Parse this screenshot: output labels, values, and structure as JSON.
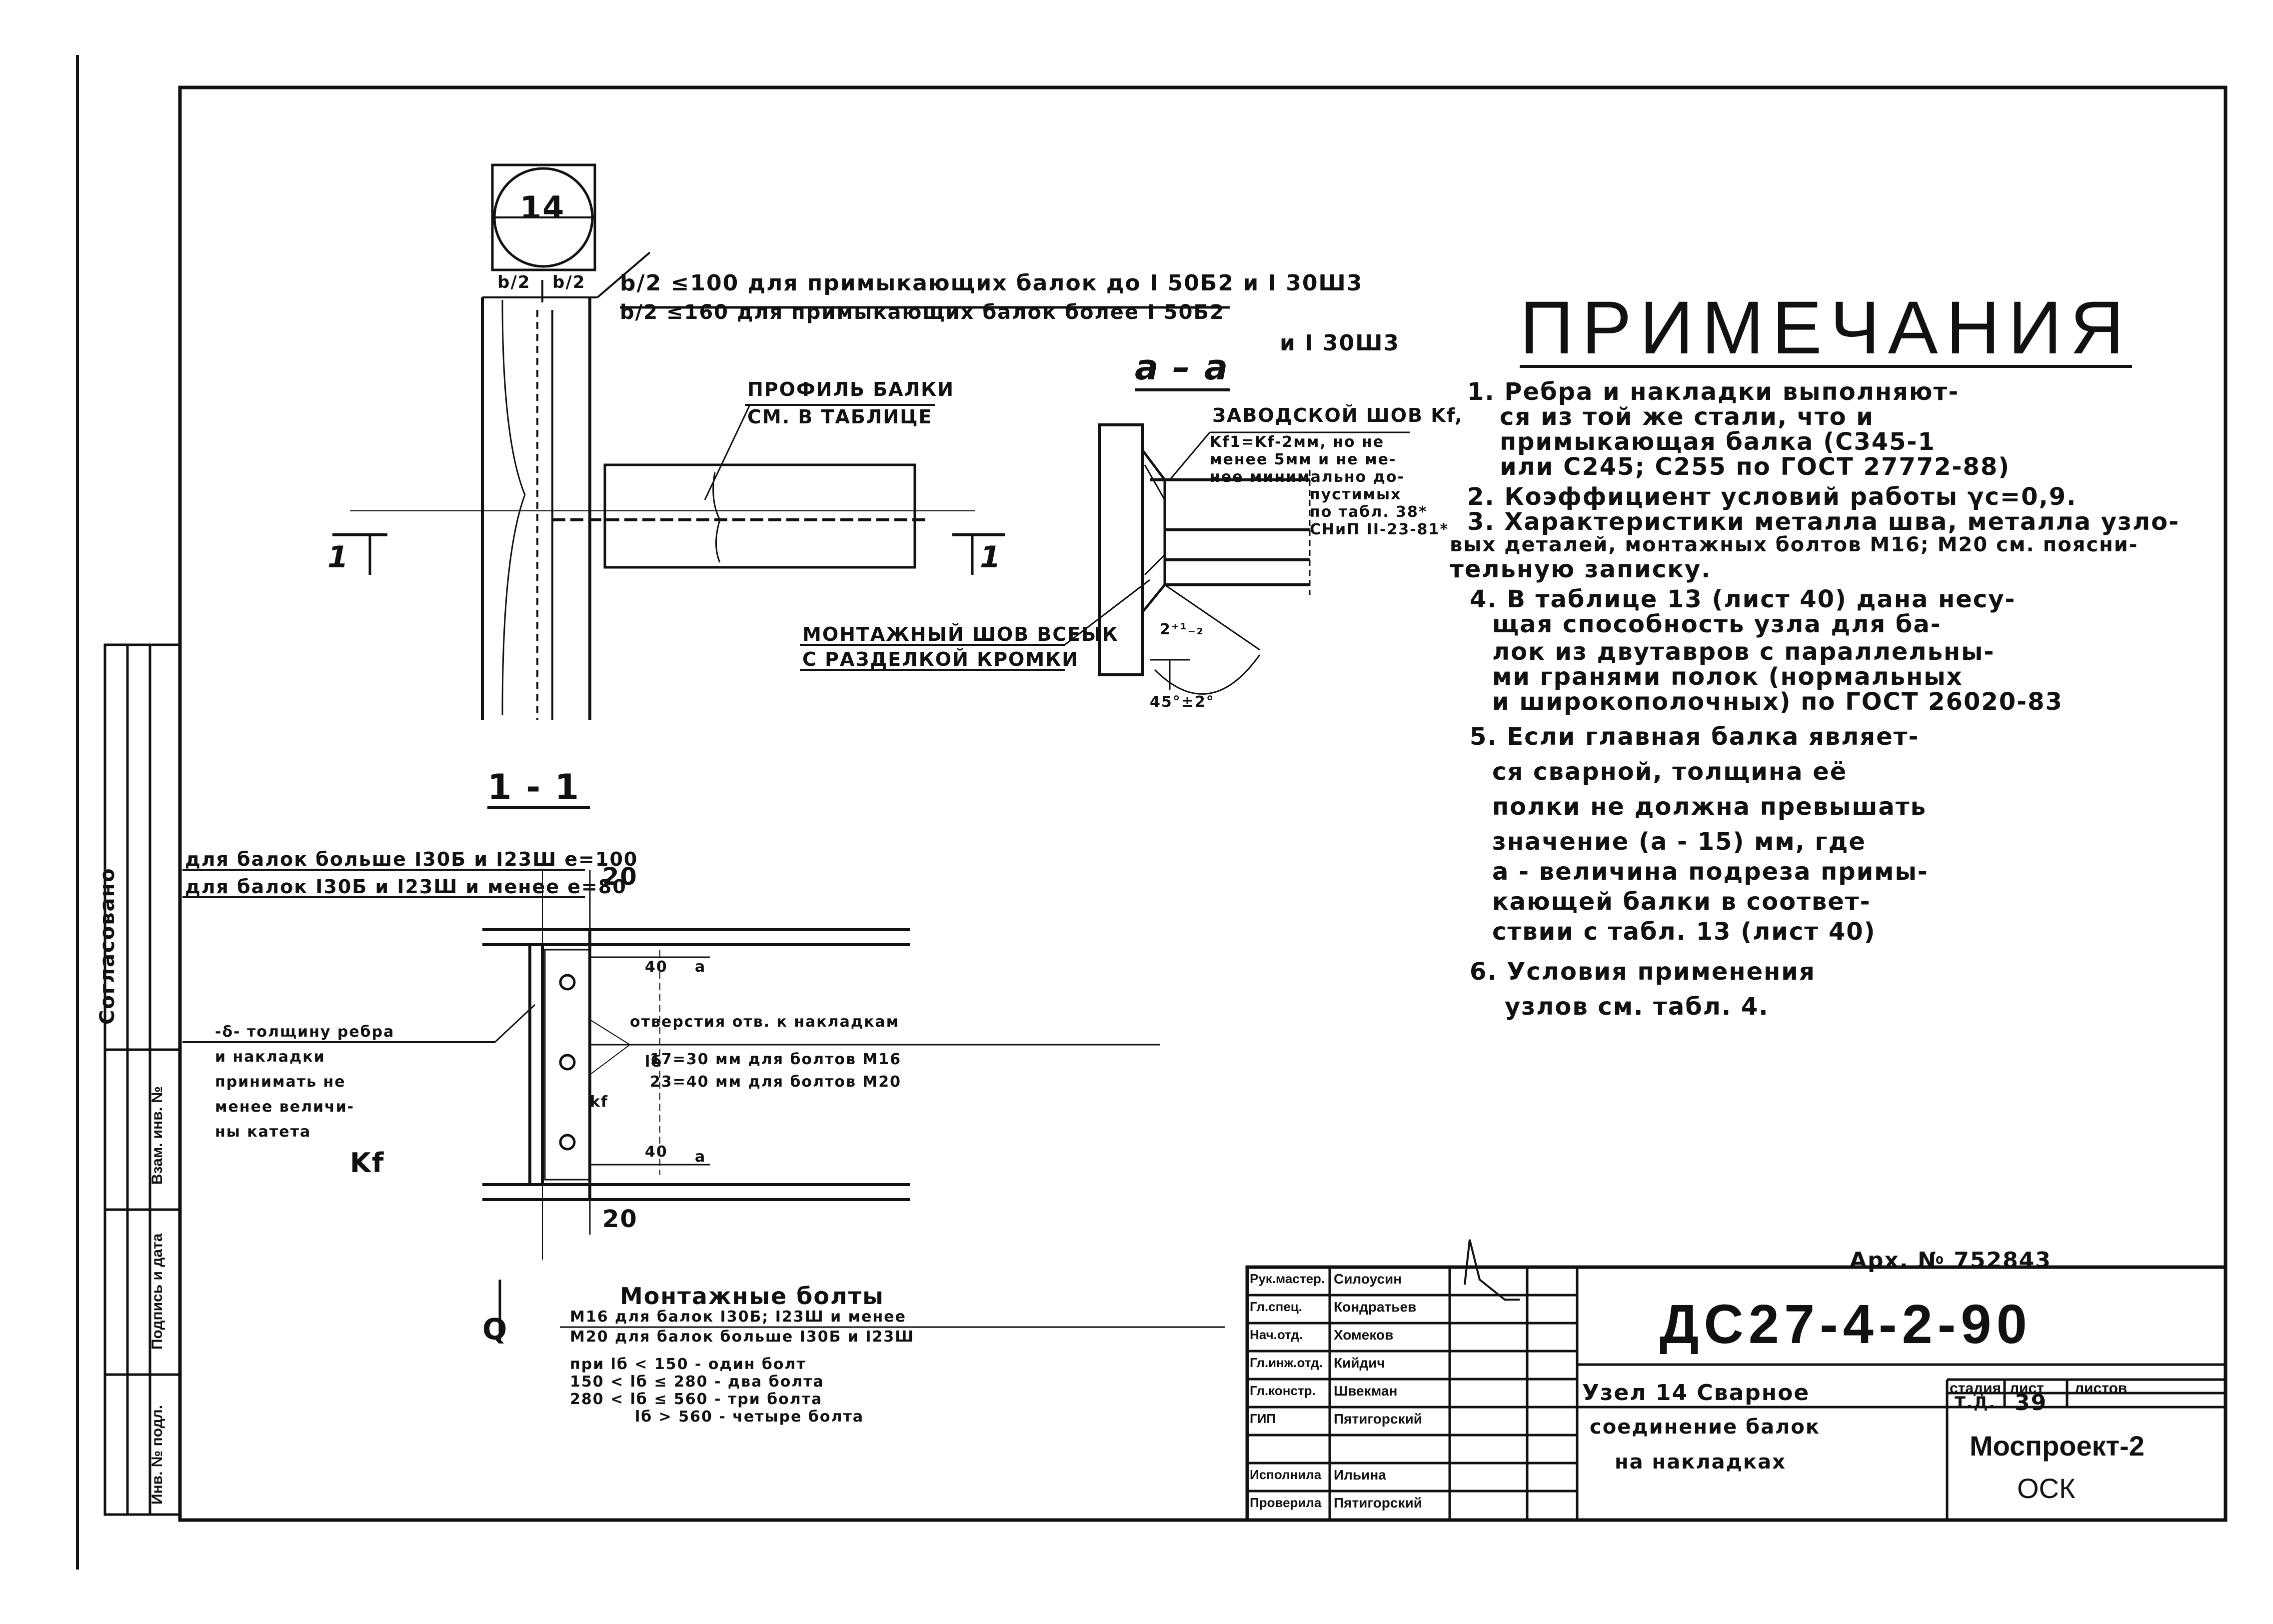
{
  "detail_no": "14",
  "section_aa": "а – а",
  "section_11": "1 - 1",
  "section_mark": "1",
  "bracket_top": {
    "line1": "b/2 ≤100 для примыкающих балок до I 50Б2 и I 30Ш3",
    "line2": "b/2 ≤160 для примыкающих балок более I 50Б2",
    "line3": "и I 30Ш3"
  },
  "dim_b2": "b/2",
  "labels": {
    "beam_profile_1": "ПРОФИЛЬ БАЛКИ",
    "beam_profile_2": "СМ. В ТАБЛИЦЕ",
    "mount_weld_1": "МОНТАЖНЫЙ ШОВ ВСЕЫК",
    "mount_weld_2": "С РАЗДЕЛКОЙ КРОМКИ",
    "factory_weld": "ЗАВОДСКОЙ ШОВ Kf,",
    "factory_note_1": "Kf1=Kf-2мм, но не",
    "factory_note_2": "менее 5мм и не ме-",
    "factory_note_3": "нее минимально до-",
    "factory_note_4": "пустимых",
    "factory_note_5": "по табл. 38*",
    "factory_note_6": "СНиП II-23-81*",
    "gap": "2⁺¹₋₂",
    "angle": "45°±2°",
    "e100": "для балок больше I30Б и I23Ш  e=100",
    "e80": "для балок I30Б и I23Ш и менее  e=80",
    "d20": "20",
    "d20b": "20",
    "d40": "40",
    "d40b": "40",
    "dim_a": "a",
    "dim_a2": "a",
    "dim_lb": "lб",
    "dim_kf": "kf",
    "holes_1": "отверстия отв. к накладкам",
    "holes_2": "17=30 мм для болтов М16",
    "holes_3": "23=40 мм для болтов М20",
    "side_1": "-δ- толщину ребра",
    "side_2": "и накладки",
    "side_3": "принимать не",
    "side_4": "менее величи-",
    "side_5": "ны катета",
    "side_6": "Kf",
    "bolts_title": "Монтажные болты",
    "bolts_1": "М16 для балок I30Б; I23Ш и менее",
    "bolts_2": "М20 для балок больше I30Б и I23Ш",
    "bolts_3": "при  lб < 150 - один болт",
    "bolts_4": "150 < lб ≤ 280 - два болта",
    "bolts_5": "280 < lб ≤ 560 - три болта",
    "bolts_6": "lб > 560 - четыре болта",
    "q": "Q"
  },
  "notes": {
    "title": "ПРИМЕЧАНИЯ",
    "lines": [
      "1. Ребра и накладки выполняют-",
      "ся из той же стали, что и",
      "примыкающая балка (С345-1",
      "или С245; С255 по ГОСТ 27772-88)",
      "2. Коэффициент условий работы γс=0,9.",
      "3. Характеристики металла шва, металла узло-",
      "вых деталей, монтажных болтов М16; М20 см. поясни-",
      "тельную записку.",
      "4. В таблице 13 (лист 40) дана несу-",
      "щая способность узла для ба-",
      "лок из двутавров с параллельны-",
      "ми гранями полок (нормальных",
      "и широкополочных) по ГОСТ 26020-83",
      "5. Если главная балка являет-",
      "ся сварной, толщина её",
      "полки не должна превышать",
      "значение (а - 15) мм, где",
      "а - величина подреза примы-",
      "кающей балки в соответ-",
      "ствии с табл. 13 (лист 40)",
      "6. Условия применения",
      "узлов см. табл. 4."
    ]
  },
  "title_block": {
    "arch_no": "Арх. № 752843",
    "doc_code": "ДС27-4-2-90",
    "title_1": "Узел 14 Сварное",
    "title_2": "соединение балок",
    "title_3": "на накладках",
    "stage_h": "стадия",
    "sheet_h": "лист",
    "sheets_h": "листов",
    "stage": "Т.Д.",
    "sheet": "39",
    "org_1": "Моспроект-2",
    "org_2": "ОСК",
    "roles": [
      {
        "role": "Рук.мастер.",
        "name": "Силоусин"
      },
      {
        "role": "Гл.спец.",
        "name": "Кондратьев"
      },
      {
        "role": "Нач.отд.",
        "name": "Хомеков"
      },
      {
        "role": "Гл.инж.отд.",
        "name": "Кийдич"
      },
      {
        "role": "Гл.констр.",
        "name": "Швекман"
      },
      {
        "role": "ГИП",
        "name": "Пятигорский"
      },
      {
        "role": "",
        "name": ""
      },
      {
        "role": "Исполнила",
        "name": "Ильина"
      },
      {
        "role": "Проверила",
        "name": "Пятигорский"
      }
    ]
  },
  "margin_stamp": {
    "v1": "Согласовано",
    "v2": "Взам. инв. №",
    "v3": "Подпись и дата",
    "v4": "Инв. № подл."
  }
}
